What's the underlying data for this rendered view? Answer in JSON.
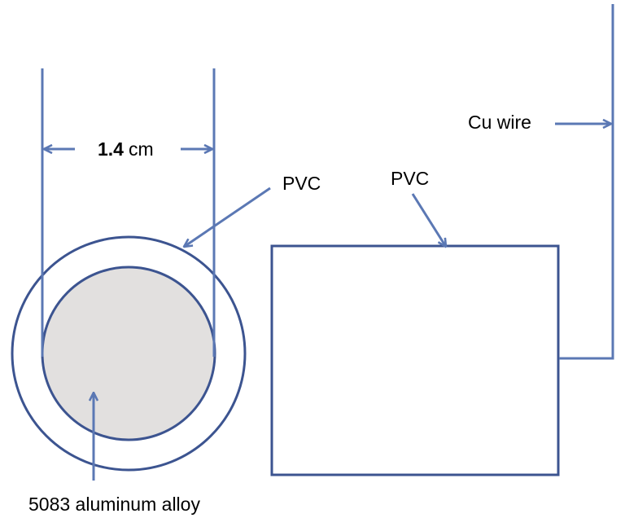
{
  "diagram": {
    "dimension": {
      "value": "1.4",
      "unit": "cm"
    },
    "labels": {
      "pvc_left": "PVC",
      "pvc_right": "PVC",
      "cu_wire": "Cu wire",
      "alloy": "5083 aluminum alloy"
    },
    "colors": {
      "line": "#5b78b4",
      "outline": "#3c5490",
      "alloy_fill": "#e2e0df",
      "text": "#000000"
    }
  }
}
